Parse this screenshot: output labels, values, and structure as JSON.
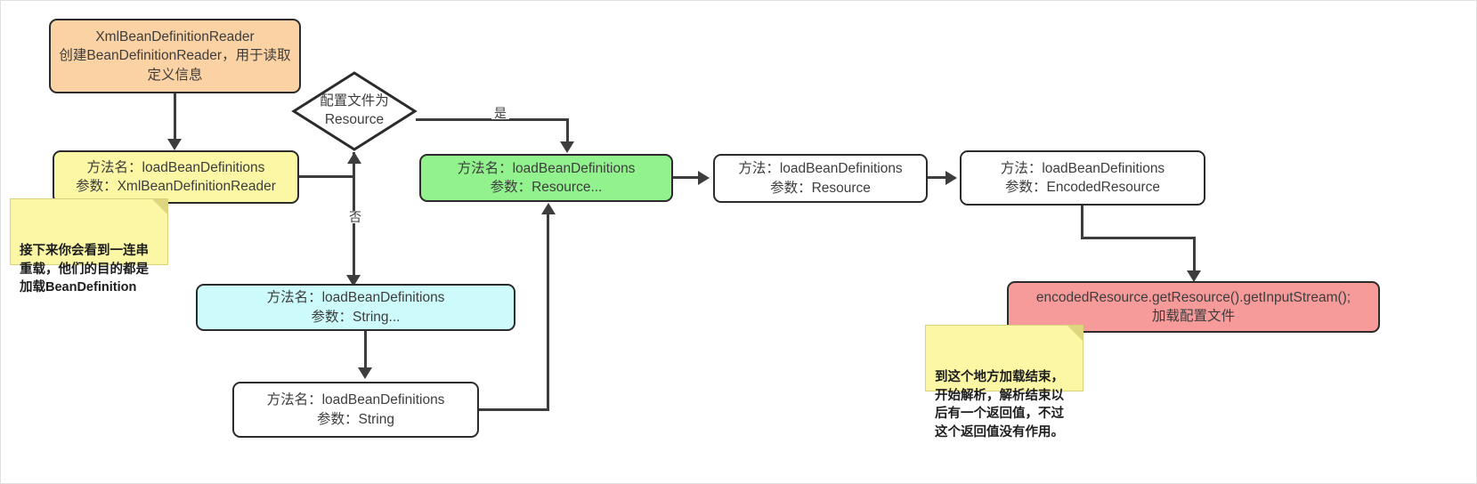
{
  "diagram": {
    "title": "Spring XmlBeanDefinitionReader loadBeanDefinitions flow",
    "colors": {
      "orange": "#fad2a4",
      "yellow": "#fbf7a5",
      "green": "#92f28e",
      "cyan": "#cdfbfb",
      "red": "#f79a9a",
      "white": "#ffffff",
      "stroke": "#2b2b2b",
      "text": "#3d3d3d",
      "canvas": "#ffffff",
      "page": "#f2f2f2"
    },
    "nodes": {
      "reader": "XmlBeanDefinitionReader\n创建BeanDefinitionReader，用于读取定义信息",
      "load_xml_reader": "方法名：loadBeanDefinitions\n参数：XmlBeanDefinitionReader",
      "decision": "配置文件为\nResource",
      "load_resource_varargs": "方法名：loadBeanDefinitions\n参数：Resource...",
      "load_resource": "方法：loadBeanDefinitions\n参数：Resource",
      "load_encoded_resource": "方法：loadBeanDefinitions\n参数：EncodedResource",
      "load_string_varargs": "方法名：loadBeanDefinitions\n参数：String...",
      "load_string": "方法名：loadBeanDefinitions\n参数：String",
      "get_input_stream": "encodedResource.getResource().getInputStream();\n加载配置文件"
    },
    "edge_labels": {
      "yes": "是",
      "no": "否"
    },
    "notes": {
      "note_overloads": "接下来你会看到一连串\n重载，他们的目的都是\n加载BeanDefinition",
      "note_parse": "到这个地方加载结束，\n开始解析，解析结束以\n后有一个返回值，不过\n这个返回值没有作用。"
    }
  }
}
